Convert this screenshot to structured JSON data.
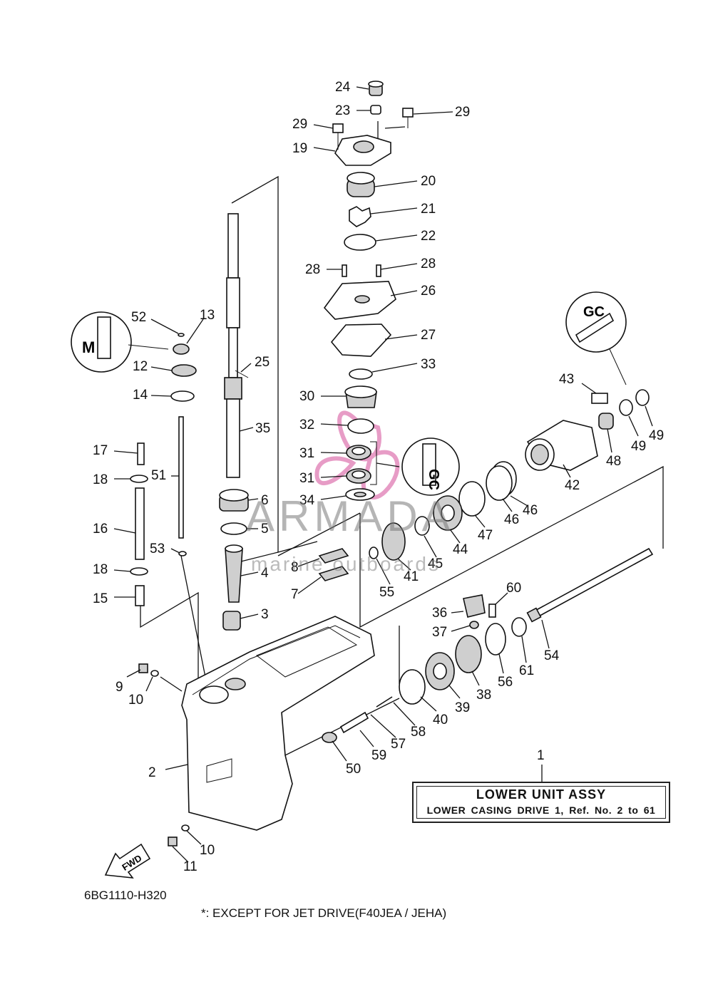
{
  "diagram": {
    "callouts": {
      "c1": "1",
      "c2": "2",
      "c3": "3",
      "c4": "4",
      "c5": "5",
      "c6": "6",
      "c7": "7",
      "c8": "8",
      "c9": "9",
      "c10a": "10",
      "c10b": "10",
      "c11": "11",
      "c12": "12",
      "c13": "13",
      "c14": "14",
      "c15": "15",
      "c16": "16",
      "c17": "17",
      "c18a": "18",
      "c18b": "18",
      "c19": "19",
      "c20": "20",
      "c21": "21",
      "c22": "22",
      "c23": "23",
      "c24": "24",
      "c25": "25",
      "c26": "26",
      "c27": "27",
      "c28a": "28",
      "c28b": "28",
      "c29a": "29",
      "c29b": "29",
      "c30": "30",
      "c31a": "31",
      "c31b": "31",
      "c32": "32",
      "c33": "33",
      "c34": "34",
      "c35": "35",
      "c36": "36",
      "c37": "37",
      "c38": "38",
      "c39": "39",
      "c40": "40",
      "c41": "41",
      "c42": "42",
      "c43": "43",
      "c44": "44",
      "c45": "45",
      "c46a": "46",
      "c46b": "46",
      "c47": "47",
      "c48": "48",
      "c49a": "49",
      "c49b": "49",
      "c50": "50",
      "c51": "51",
      "c52": "52",
      "c53": "53",
      "c54": "54",
      "c55": "55",
      "c56": "56",
      "c57": "57",
      "c58": "58",
      "c59": "59",
      "c60": "60",
      "c61": "61"
    },
    "fwd_label": "FWD",
    "assembly_title": "LOWER UNIT ASSY",
    "assembly_subtitle": "LOWER CASING DRIVE 1, Ref. No. 2 to 61",
    "diagram_code": "6BG1110-H320",
    "footnote": "*: EXCEPT FOR JET DRIVE(F40JEA / JEHA)"
  },
  "watermark": {
    "brand": "ARMADA",
    "tagline": "marine outboards",
    "accent_color": "#e07cb4"
  }
}
